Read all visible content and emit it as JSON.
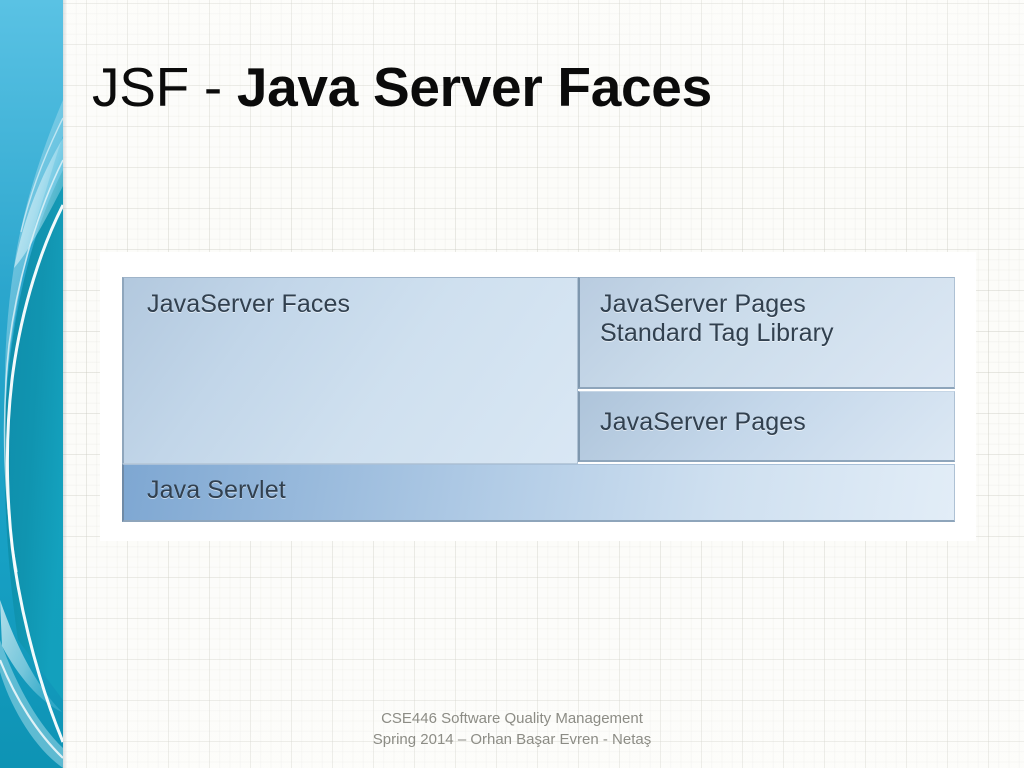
{
  "slide": {
    "title": {
      "lead": "JSF -  ",
      "emphasis": "Java Server Faces"
    },
    "background": {
      "paper_color": "#fbfbf7",
      "grid_line_color": "#b6b6aa",
      "accent_color": "#29a8cd"
    }
  },
  "sidebar": {
    "name": "decorative-blue-band",
    "colors": {
      "light_blue": "#47b6dd",
      "mid_blue": "#2da3c9",
      "deep_teal": "#0f8fad",
      "swoosh_white": "#ffffff"
    }
  },
  "diagram": {
    "type": "layered-stack",
    "plate_color": "#ffffff",
    "boxes": [
      {
        "id": "jsf",
        "label": "JavaServer Faces",
        "region": "left-column-upper",
        "fill_from": "#b2c8de",
        "fill_to": "#d9e7f4"
      },
      {
        "id": "jstl",
        "label": "JavaServer Pages\nStandard Tag Library",
        "region": "right-column-top",
        "fill_from": "#b9cce0",
        "fill_to": "#dde8f4"
      },
      {
        "id": "jsp",
        "label": "JavaServer Pages",
        "region": "right-column-middle",
        "fill_from": "#aec4da",
        "fill_to": "#dce8f4"
      },
      {
        "id": "servlet",
        "label": "Java Servlet",
        "region": "bottom-full-width",
        "fill_from": "#7ea7d2",
        "fill_to": "#e2edf7"
      }
    ]
  },
  "footer": {
    "line1": "CSE446 Software Quality Management",
    "line2": "Spring 2014 – Orhan Başar Evren  - Netaş"
  }
}
